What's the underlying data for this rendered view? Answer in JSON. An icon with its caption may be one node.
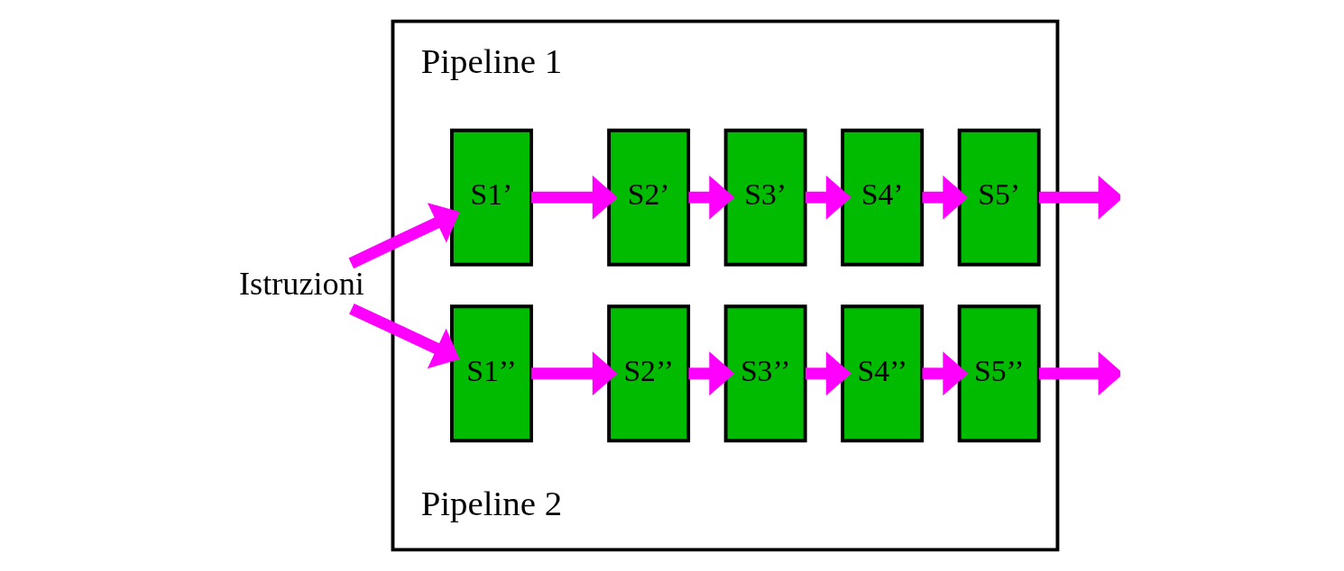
{
  "diagram": {
    "nodes": [
      {
        "text": [],
        "shape": "box"
      },
      {
        "text": [
          "Istruzioni"
        ]
      },
      {
        "text": [
          "S1’"
        ],
        "in": 0
      },
      {
        "text": [
          "S2’"
        ],
        "in": 0
      },
      {
        "text": [
          "S3’"
        ],
        "in": 0
      },
      {
        "text": [
          "S4’"
        ],
        "in": 0
      },
      {
        "text": [
          "S5’"
        ],
        "in": 0
      },
      {
        "text": [
          "S1’’"
        ],
        "in": 0
      },
      {
        "text": [
          "S2’’"
        ],
        "in": 0
      },
      {
        "text": [
          "S3’’"
        ],
        "in": 0
      },
      {
        "text": [
          "S4’’"
        ],
        "in": 0
      },
      {
        "text": [
          "S5’’"
        ],
        "in": 0
      }
    ],
    "edges": [
      {
        "from": 1,
        "to": 2,
        "arrow": "to"
      },
      {
        "from": 1,
        "to": 7,
        "arrow": "to"
      },
      {
        "from": 2,
        "to": 3,
        "arrow": "to"
      },
      {
        "from": 3,
        "to": 4,
        "arrow": "to"
      },
      {
        "from": 4,
        "to": 5,
        "arrow": "to"
      },
      {
        "from": 5,
        "to": 6,
        "arrow": "to"
      },
      {
        "from": 6,
        "to": null,
        "arrow": "to"
      },
      {
        "from": 7,
        "to": 8,
        "arrow": "to"
      },
      {
        "from": 8,
        "to": 9,
        "arrow": "to"
      },
      {
        "from": 9,
        "to": 10,
        "arrow": "to"
      },
      {
        "from": 10,
        "to": 11,
        "arrow": "to"
      },
      {
        "from": 11,
        "to": null,
        "arrow": "to"
      }
    ],
    "labels": [
      "Pipeline 1",
      "Pipeline 2"
    ]
  }
}
